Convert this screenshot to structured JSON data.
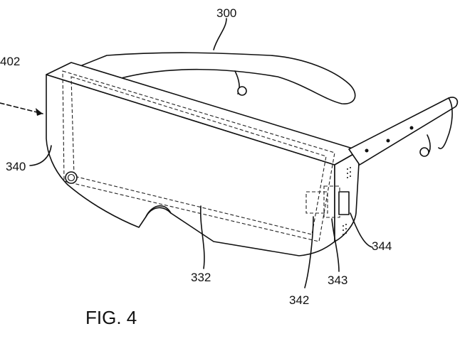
{
  "figure": {
    "caption": "FIG. 4",
    "reference_numerals": {
      "n300": "300",
      "n402": "402",
      "n340": "340",
      "n332": "332",
      "n342": "342",
      "n343": "343",
      "n344": "344"
    }
  }
}
